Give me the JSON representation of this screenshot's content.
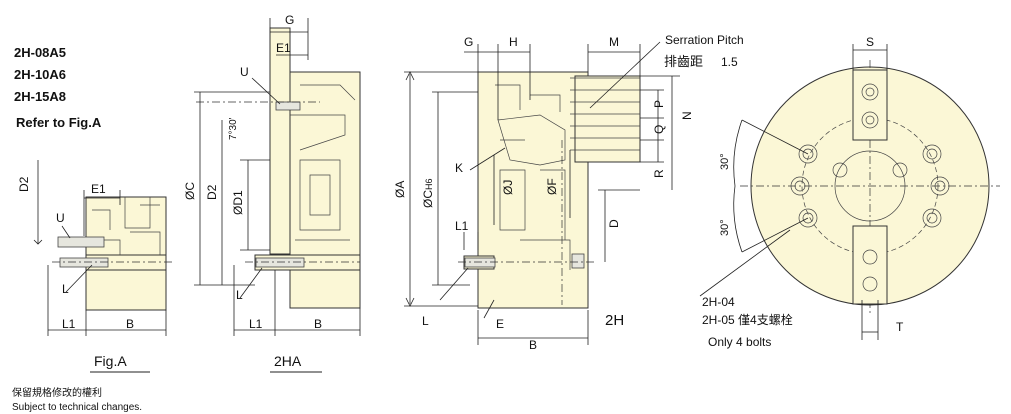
{
  "models": [
    "2H-08A5",
    "2H-10A6",
    "2H-15A8"
  ],
  "refer_note": "Refer to Fig.A",
  "fig_a": {
    "caption": "Fig.A",
    "labels": {
      "d2": "D2",
      "e1": "E1",
      "u": "U",
      "l": "L",
      "l1": "L1",
      "b": "B"
    }
  },
  "fig_2ha": {
    "caption": "2HA",
    "labels": {
      "g": "G",
      "e1": "E1",
      "u": "U",
      "angle": "7°30'",
      "oc": "ØC",
      "d2": "D2",
      "od1": "ØD1",
      "l": "L",
      "l1": "L1",
      "b": "B"
    }
  },
  "fig_2h": {
    "caption": "2H",
    "labels": {
      "g": "G",
      "h": "H",
      "m": "M",
      "oa": "ØA",
      "oc_h6": "ØC",
      "h6": "H6",
      "k": "K",
      "oj": "ØJ",
      "of": "ØF",
      "d": "D",
      "l1": "L1",
      "l": "L",
      "e": "E",
      "b": "B",
      "p": "P",
      "q": "Q",
      "n": "N",
      "r": "R"
    },
    "serration_label": "Serration Pitch",
    "serration_cn": "排齒距",
    "serration_value": "1.5"
  },
  "front_view": {
    "labels": {
      "s": "S",
      "t": "T",
      "angle1": "30°",
      "angle2": "30°"
    },
    "note_line1": "2H-04",
    "note_line2": "2H-05 僅4支螺栓",
    "note_line3": "Only 4 bolts"
  },
  "footer": {
    "cn": "保留規格修改的權利",
    "en": "Subject to technical changes."
  }
}
